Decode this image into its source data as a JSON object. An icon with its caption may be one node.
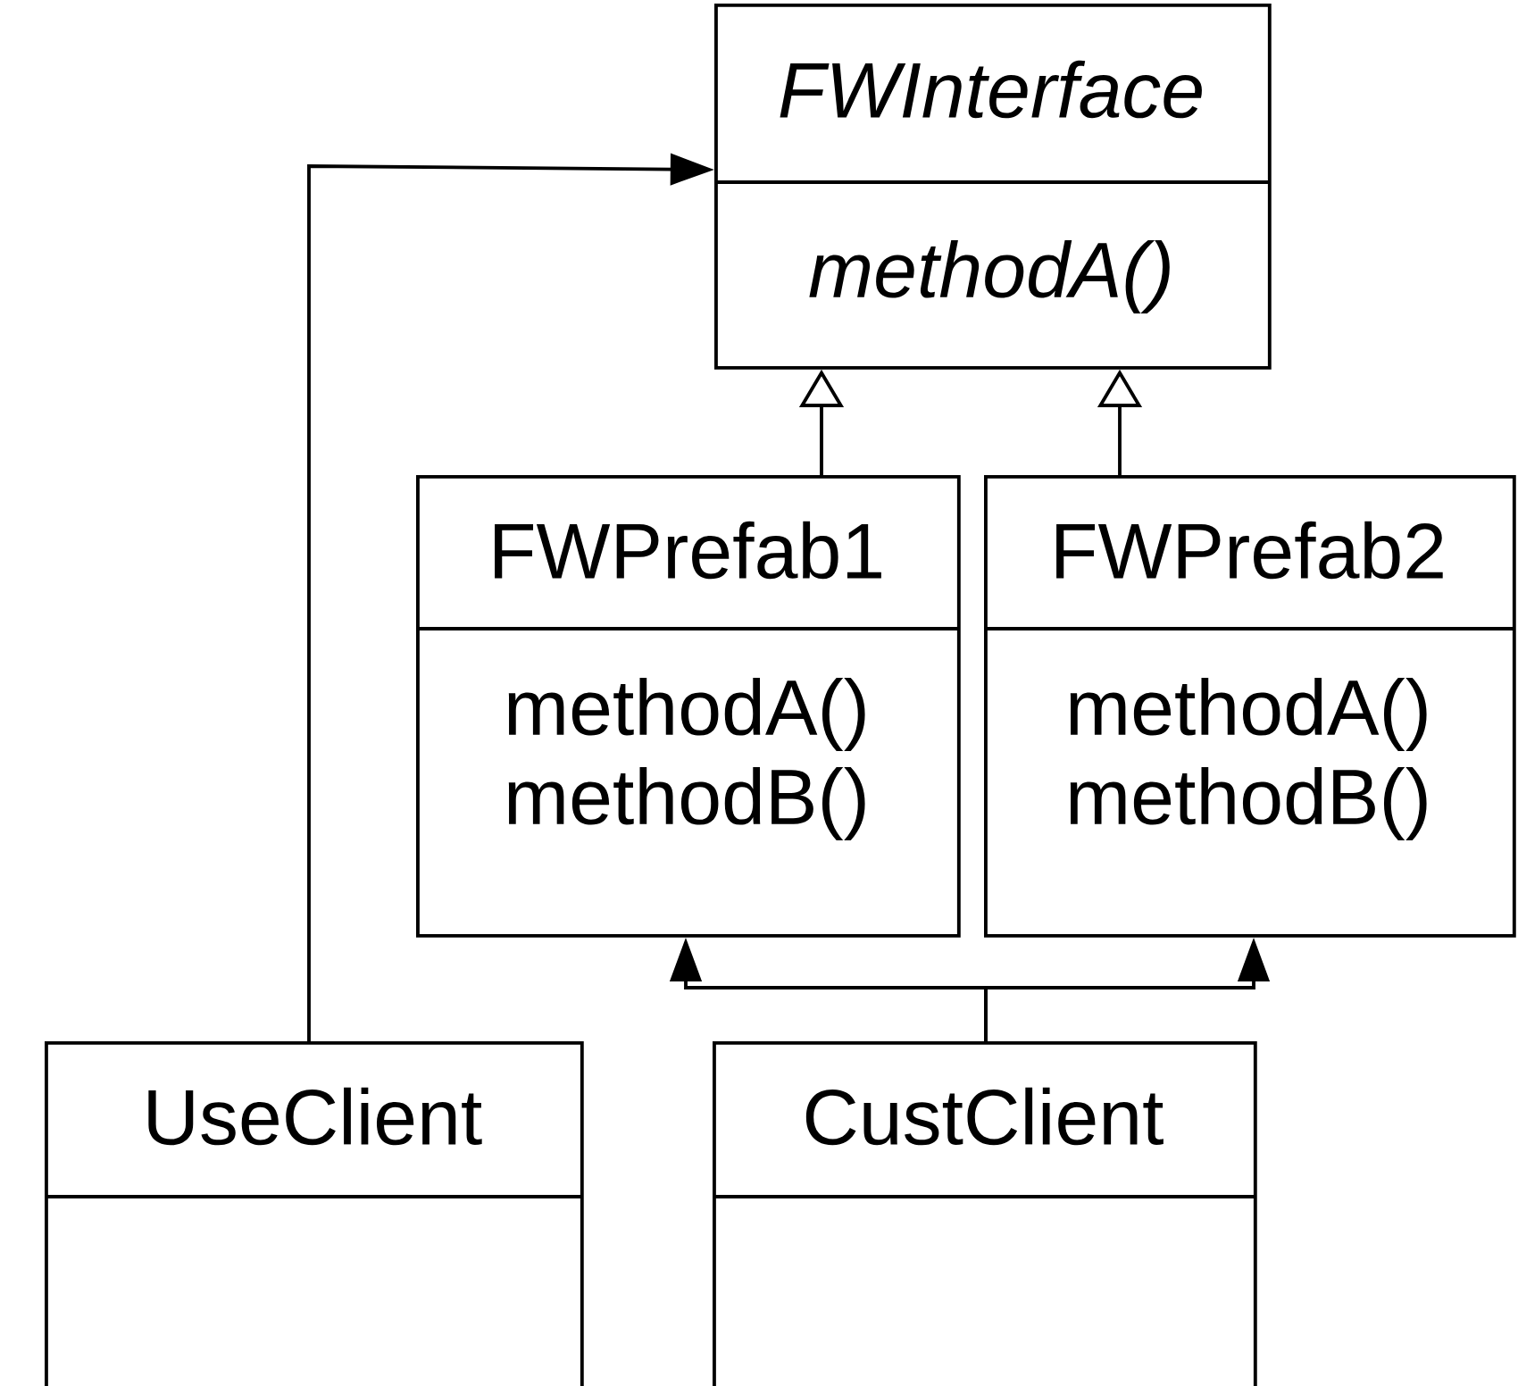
{
  "diagram": {
    "nodes": [
      {
        "text": [
          "FWInterface",
          "methodA()"
        ]
      },
      {
        "text": [
          "FWPrefab1",
          "methodA()",
          "methodB()"
        ]
      },
      {
        "text": [
          "FWPrefab2",
          "methodA()",
          "methodB()"
        ]
      },
      {
        "text": [
          "UseClient"
        ]
      },
      {
        "text": [
          "CustClient"
        ]
      }
    ],
    "edges": [
      {
        "from": 3,
        "to": 0,
        "arrow": "to"
      },
      {
        "from": 1,
        "to": 0,
        "arrow": "to"
      },
      {
        "from": 2,
        "to": 0,
        "arrow": "to"
      },
      {
        "from": 4,
        "to": 1,
        "arrow": "to"
      },
      {
        "from": 4,
        "to": 2,
        "arrow": "to"
      }
    ]
  }
}
